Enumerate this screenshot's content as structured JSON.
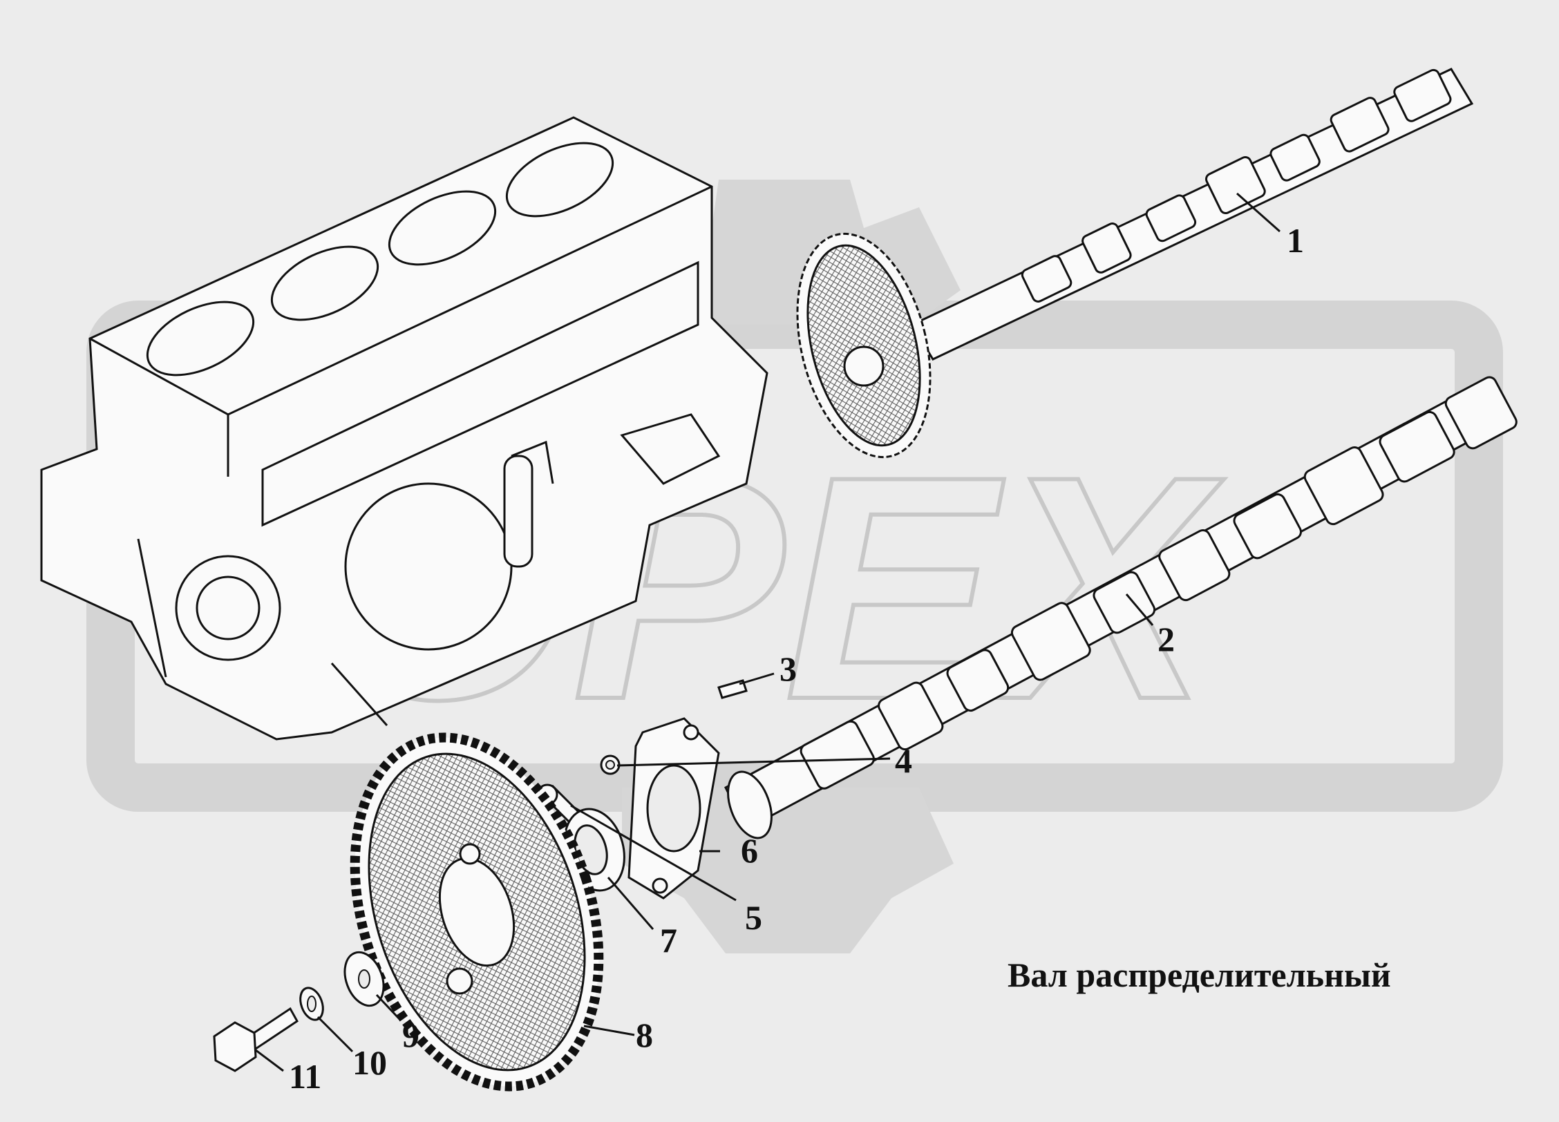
{
  "caption": "Вал распределительный",
  "watermark": {
    "text": "OPEX",
    "color": "#d0d0d0"
  },
  "colors": {
    "background": "#ececec",
    "line": "#111111",
    "part_fill": "#fafafa"
  },
  "callouts": [
    {
      "id": "1",
      "text": "1"
    },
    {
      "id": "2",
      "text": "2"
    },
    {
      "id": "3",
      "text": "3"
    },
    {
      "id": "4",
      "text": "4"
    },
    {
      "id": "5",
      "text": "5"
    },
    {
      "id": "6",
      "text": "6"
    },
    {
      "id": "7",
      "text": "7"
    },
    {
      "id": "8",
      "text": "8"
    },
    {
      "id": "9",
      "text": "9"
    },
    {
      "id": "10",
      "text": "10"
    },
    {
      "id": "11",
      "text": "11"
    }
  ]
}
